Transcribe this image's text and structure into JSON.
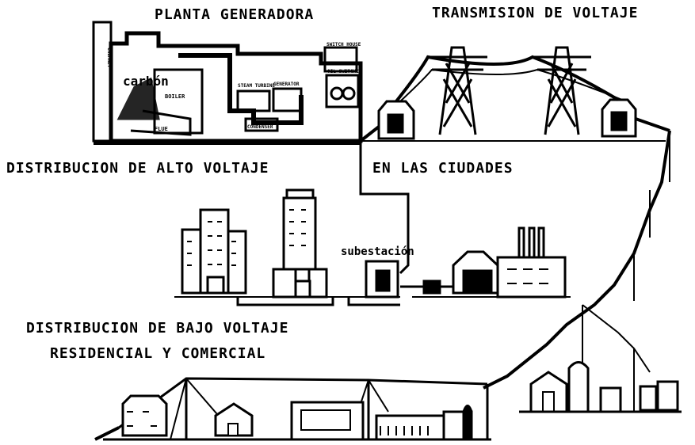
{
  "captions": {
    "planta_generadora": "PLANTA GENERADORA",
    "transmision": "TRANSMISION DE VOLTAJE",
    "alto_voltaje": "DISTRIBUCION DE ALTO VOLTAJE",
    "ciudades": "EN LAS CIUDADES",
    "bajo_voltaje": "DISTRIBUCION DE BAJO VOLTAJE",
    "residencial": "RESIDENCIAL Y COMERCIAL"
  },
  "plant_labels": {
    "coal": "carbón",
    "boiler": "BOILER",
    "steam": "STEAM",
    "flue": "FLUE",
    "turbine": "STEAM TURBINE",
    "generator": "GENERATOR",
    "condenser": "CONDENSER",
    "switch_house": "SWITCH HOUSE",
    "oil_switches": "OIL SWITCHES",
    "chimney": "CHIMNEY"
  },
  "substation_label": "subestación",
  "colors": {
    "ink": "#000000",
    "paper": "#ffffff"
  }
}
